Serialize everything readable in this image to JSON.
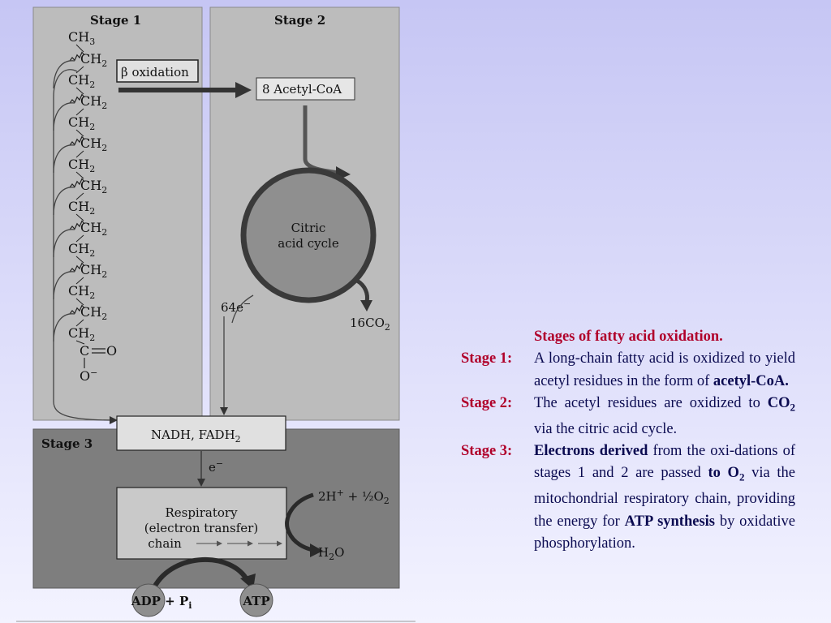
{
  "panels": {
    "stage1": "Stage 1",
    "stage2": "Stage 2",
    "stage3": "Stage 3"
  },
  "chain": {
    "ch3": "CH3",
    "ch2": "CH2",
    "carbonyl_c": "C",
    "carbonyl_o": "O",
    "o_minus": "O−"
  },
  "beta_oxidation": "β oxidation",
  "acetyl_coa_box": "8 Acetyl-CoA",
  "citric_cycle": [
    "Citric",
    "acid cycle"
  ],
  "electrons_64": "64e−",
  "co2_output": "16CO2",
  "nadh_box": "NADH, FADH2",
  "electron_e": "e−",
  "respiratory_box": [
    "Respiratory",
    "(electron transfer)",
    "chain"
  ],
  "oxygen_input": "2H+ + ½O2",
  "water_output": "H2O",
  "adp_pi": "ADP + Pi",
  "atp": "ATP",
  "caption": {
    "title": "Stages of fatty acid oxidation.",
    "stage1": {
      "label": "Stage 1:",
      "text_a": "A long-chain fatty acid is oxidized to yield acetyl residues in the form of ",
      "text_bold": "acetyl-CoA."
    },
    "stage2": {
      "label": "Stage 2:",
      "text_a": "The acetyl residues are oxidized to ",
      "text_bold": "CO2",
      "text_b": " via the citric acid cycle."
    },
    "stage3": {
      "label": "Stage 3:",
      "text_bold1": "Electrons derived",
      "text_a": " from the oxi-dations of stages 1 and 2 are passed ",
      "text_bold2": "to O2",
      "text_b": " via the mitochondrial respiratory chain, providing the energy for ",
      "text_bold3": "ATP synthesis",
      "text_c": " by oxidative phosphorylation."
    }
  },
  "colors": {
    "panel_light": "#bcbcbc",
    "panel_dark": "#7e7e7e",
    "caption_red": "#b0002a",
    "caption_blue": "#0a0a50"
  }
}
